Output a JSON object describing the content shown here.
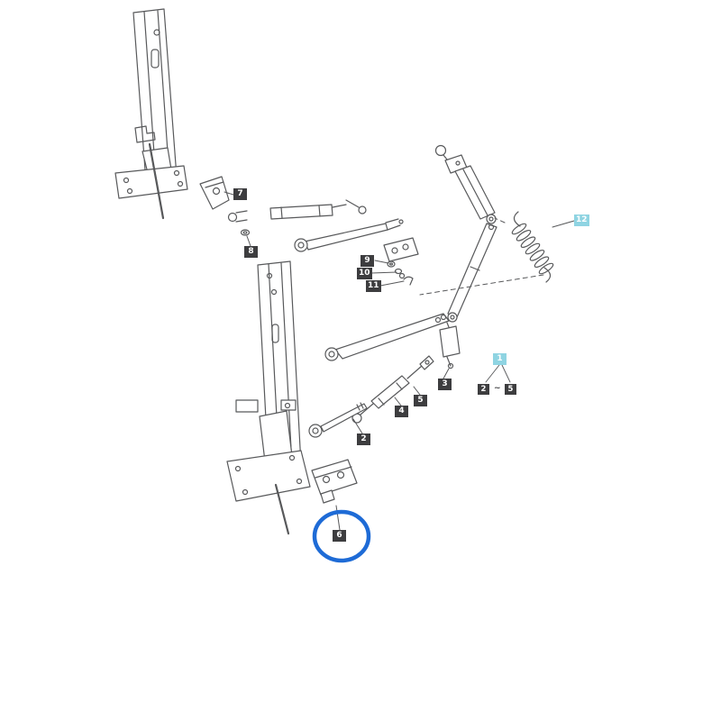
{
  "diagram": {
    "badges": {
      "n1": "1",
      "n2": "2",
      "n2b": "2",
      "n3": "3",
      "n4": "4",
      "n5": "5",
      "n5b": "5",
      "n6": "6",
      "n7": "7",
      "n8": "8",
      "n9": "9",
      "n10": "10",
      "n11": "11",
      "n12": "12"
    },
    "range_separator": "~",
    "colors": {
      "badge_dark": "#3d3d3f",
      "badge_highlight": "#8fd4e2",
      "callout_circle": "#1e6bd6",
      "line": "#58595b",
      "background": "#ffffff"
    }
  }
}
